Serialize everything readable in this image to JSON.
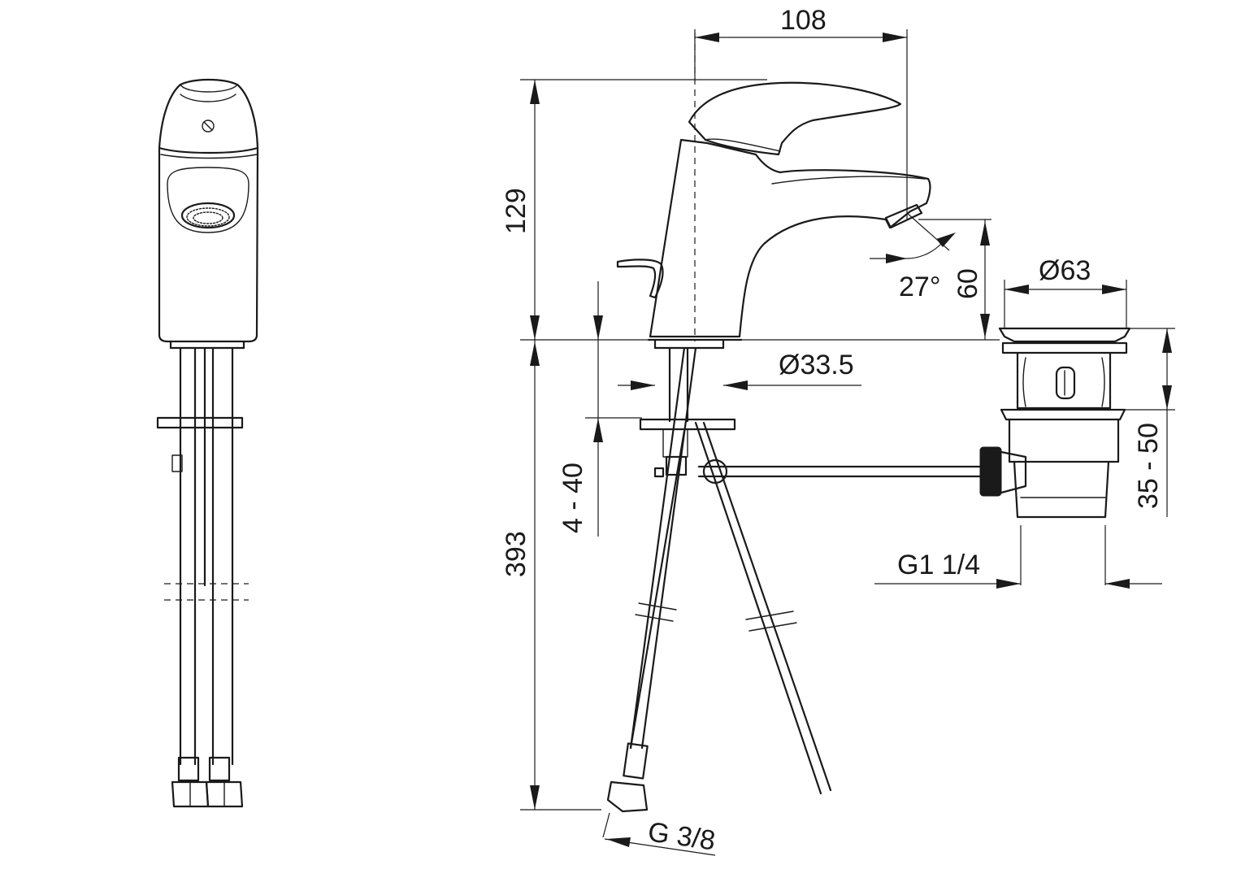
{
  "dimensions": {
    "width_108": "108",
    "height_129": "129",
    "height_393": "393",
    "height_60": "60",
    "angle_27": "27°",
    "dia_63": "Ø63",
    "dia_33_5": "Ø33.5",
    "range_4_40": "4 - 40",
    "range_35_50": "35 - 50",
    "thread_g1_1_4": "G1 1/4",
    "thread_g3_8": "G 3/8"
  },
  "colors": {
    "line": "#1a1a1a",
    "background": "#ffffff"
  }
}
